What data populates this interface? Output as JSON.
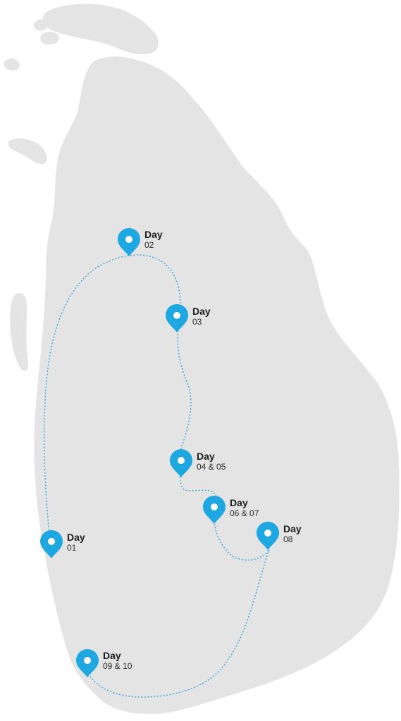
{
  "map": {
    "land_color": "#e4e4e4",
    "route_color": "#2fa6dc",
    "pin_color": "#1ea7e1",
    "pin_icon": "map-pin-icon"
  },
  "stops": [
    {
      "id": "day-01",
      "title": "Day",
      "sub": "01"
    },
    {
      "id": "day-02",
      "title": "Day",
      "sub": "02"
    },
    {
      "id": "day-03",
      "title": "Day",
      "sub": "03"
    },
    {
      "id": "day-04-05",
      "title": "Day",
      "sub": "04 & 05"
    },
    {
      "id": "day-06-07",
      "title": "Day",
      "sub": "06 & 07"
    },
    {
      "id": "day-08",
      "title": "Day",
      "sub": "08"
    },
    {
      "id": "day-09-10",
      "title": "Day",
      "sub": "09 & 10"
    }
  ]
}
